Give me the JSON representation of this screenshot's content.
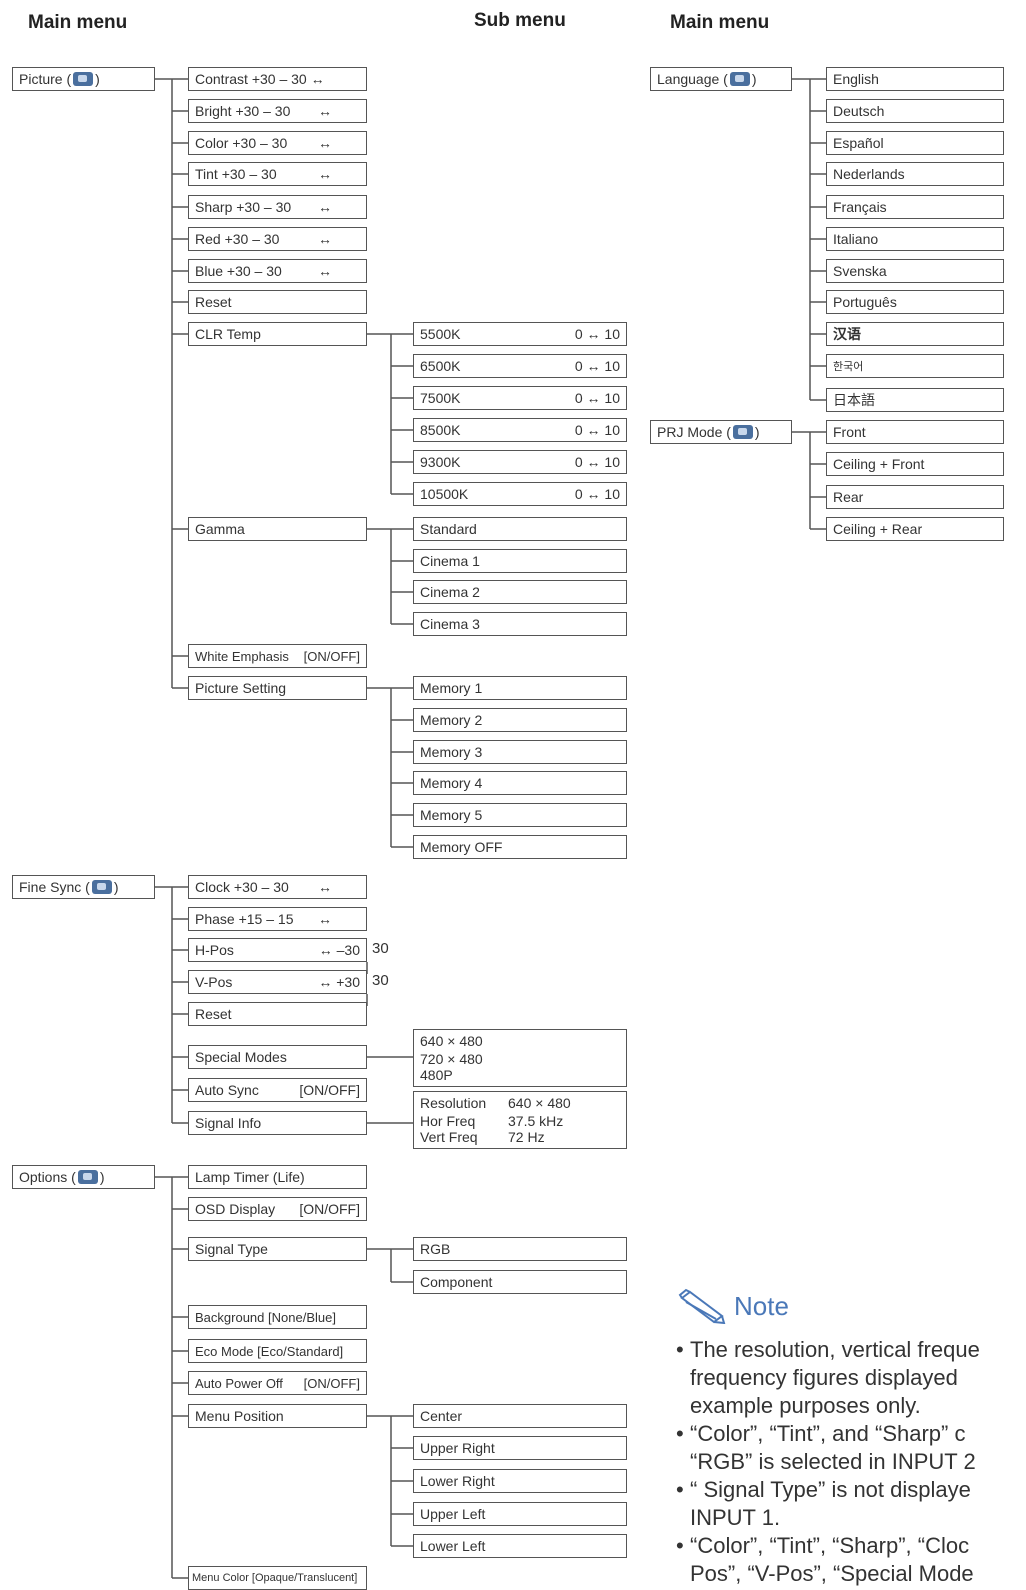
{
  "headers": {
    "main_left": "Main menu",
    "sub": "Sub menu",
    "main_right": "Main menu"
  },
  "picture": {
    "label": "Picture (",
    "suffix": ")",
    "icon": "picture-icon",
    "items": [
      {
        "label": "Contrast",
        "value": "+30 – 30",
        "arrow": "↔"
      },
      {
        "label": "Bright",
        "value": "+30 – 30",
        "arrow": "↔"
      },
      {
        "label": "Color",
        "value": "+30 – 30",
        "arrow": "↔"
      },
      {
        "label": "Tint",
        "value": "+30 – 30",
        "arrow": "↔"
      },
      {
        "label": "Sharp",
        "value": "+30 – 30",
        "arrow": "↔"
      },
      {
        "label": "Red",
        "value": "+30 – 30",
        "arrow": "↔"
      },
      {
        "label": "Blue",
        "value": "+30 – 30",
        "arrow": "↔"
      },
      {
        "label": "Reset",
        "value": "",
        "arrow": ""
      },
      {
        "label": "CLR Temp",
        "value": "",
        "arrow": ""
      },
      {
        "label": "Gamma",
        "value": "",
        "arrow": ""
      },
      {
        "label": "White Emphasis",
        "value": "[ON/OFF]",
        "arrow": ""
      },
      {
        "label": "Picture Setting",
        "value": "",
        "arrow": ""
      }
    ],
    "clr_temp": {
      "range": "0 ↔ 10",
      "options": [
        "5500K",
        "6500K",
        "7500K",
        "8500K",
        "9300K",
        "10500K"
      ]
    },
    "gamma": [
      "Standard",
      "Cinema 1",
      "Cinema 2",
      "Cinema 3"
    ],
    "picture_setting": [
      "Memory 1",
      "Memory 2",
      "Memory 3",
      "Memory 4",
      "Memory 5",
      "Memory OFF"
    ]
  },
  "fine_sync": {
    "label": "Fine Sync (",
    "suffix": ")",
    "icon": "fine-sync-icon",
    "items": [
      {
        "label": "Clock",
        "value": "+30 – 30",
        "arrow": "↔"
      },
      {
        "label": "Phase",
        "value": "+15 – 15",
        "arrow": "↔"
      },
      {
        "label": "H-Pos",
        "value": "",
        "arrow": "↔ –30",
        "outside": "30"
      },
      {
        "label": "V-Pos",
        "value": "",
        "arrow": "↔ +30",
        "outside": "30"
      },
      {
        "label": "Reset",
        "value": "",
        "arrow": ""
      },
      {
        "label": "Special Modes",
        "value": "",
        "arrow": ""
      },
      {
        "label": "Auto Sync",
        "value": "[ON/OFF]",
        "arrow": ""
      },
      {
        "label": "Signal Info",
        "value": "",
        "arrow": ""
      }
    ],
    "special_modes": [
      "640 × 480",
      "720 × 480",
      "480P"
    ],
    "signal_info": [
      {
        "key": "Resolution",
        "val": "640 × 480"
      },
      {
        "key": "Hor Freq",
        "val": "37.5 kHz"
      },
      {
        "key": "Vert Freq",
        "val": "72 Hz"
      }
    ]
  },
  "options": {
    "label": "Options (",
    "suffix": ")",
    "icon": "options-icon",
    "items": [
      {
        "label": "Lamp Timer (Life)",
        "value": ""
      },
      {
        "label": "OSD Display",
        "value": "[ON/OFF]"
      },
      {
        "label": "Signal Type",
        "value": ""
      },
      {
        "label": "Background",
        "value": "[None/Blue]"
      },
      {
        "label": "Eco Mode",
        "value": "[Eco/Standard]"
      },
      {
        "label": "Auto Power Off",
        "value": "[ON/OFF]"
      },
      {
        "label": "Menu Position",
        "value": ""
      },
      {
        "label": "Menu Color",
        "value": "[Opaque/Translucent]"
      }
    ],
    "signal_type": [
      "RGB",
      "Component"
    ],
    "menu_position": [
      "Center",
      "Upper Right",
      "Lower Right",
      "Upper Left",
      "Lower Left"
    ]
  },
  "language": {
    "label": "Language (",
    "suffix": ")",
    "icon": "language-icon",
    "items": [
      "English",
      "Deutsch",
      "Español",
      "Nederlands",
      "Français",
      "Italiano",
      "Svenska",
      "Português",
      "汉语",
      "한국어",
      "日本語"
    ]
  },
  "prj_mode": {
    "label": "PRJ Mode (",
    "suffix": ")",
    "icon": "prj-mode-icon",
    "items": [
      "Front",
      "Ceiling + Front",
      "Rear",
      "Ceiling + Rear"
    ]
  },
  "note": {
    "title": "Note",
    "icon": "pencil-note-icon",
    "lines": [
      "The resolution, vertical freque",
      "frequency figures displayed",
      "example purposes only.",
      "“Color”, “Tint”, and “Sharp” c",
      "“RGB” is selected in INPUT 2",
      "“ Signal Type” is not displaye",
      "INPUT 1.",
      "“Color”, “Tint”, “Sharp”, “Cloc",
      "Pos”, “V-Pos”, “Special Mode"
    ]
  },
  "colors": {
    "line": "#555555",
    "note_accent": "#4a78b8",
    "icon": "#4a6f9e"
  }
}
